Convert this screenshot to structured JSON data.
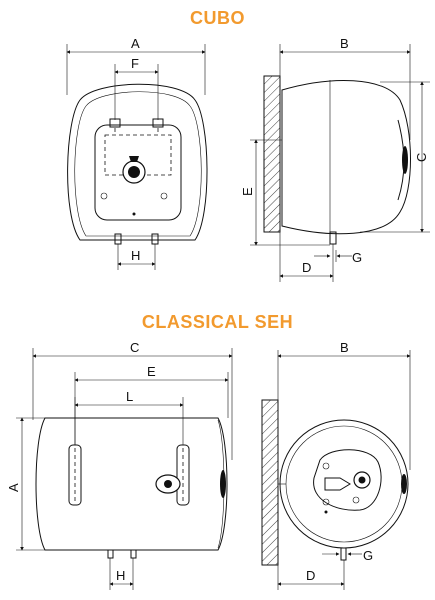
{
  "cubo": {
    "title": "CUBO",
    "labels": {
      "A": "A",
      "B": "B",
      "C": "C",
      "D": "D",
      "E": "E",
      "F": "F",
      "G": "G",
      "H": "H"
    }
  },
  "classical": {
    "title": "CLASSICAL SEH",
    "labels": {
      "A": "A",
      "B": "B",
      "C": "C",
      "D": "D",
      "E": "E",
      "G": "G",
      "H": "H",
      "L": "L"
    }
  },
  "colors": {
    "title": "#f29a2e",
    "line": "#111111",
    "fill_light": "#f4f4f4"
  }
}
